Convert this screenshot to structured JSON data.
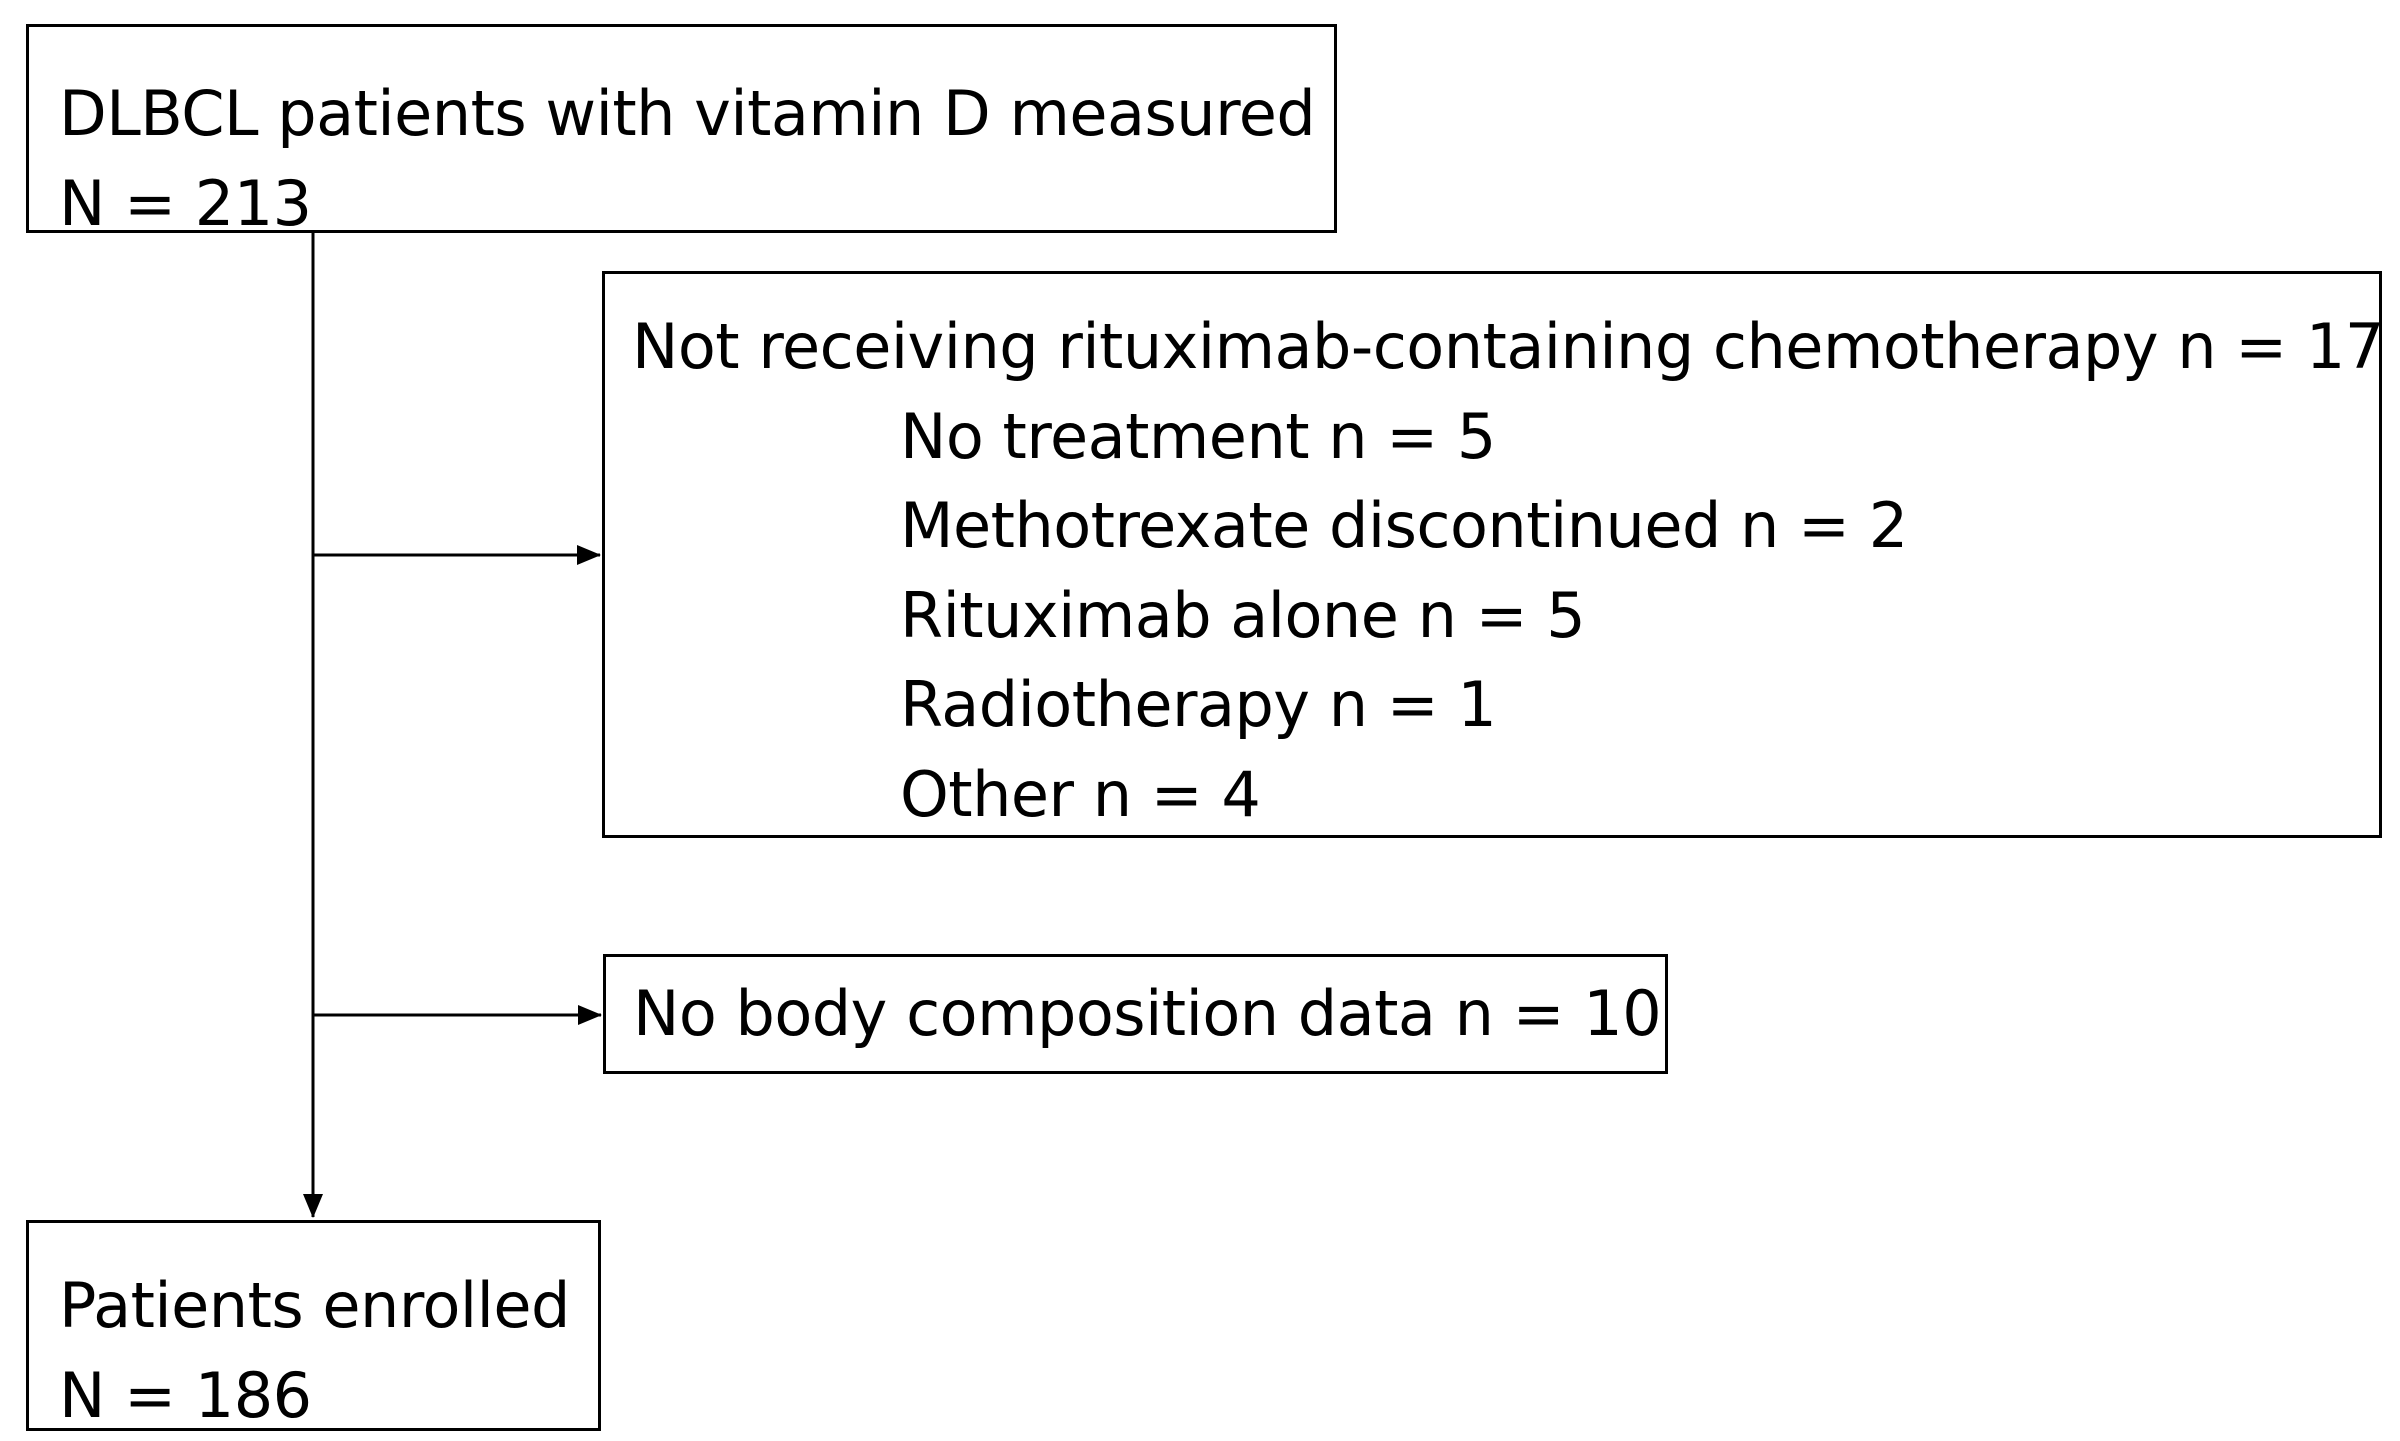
{
  "flowchart": {
    "source": {
      "line1": "DLBCL patients with vitamin D measured",
      "line2": "N = 213"
    },
    "exclusion_1": {
      "heading": "Not receiving rituximab-containing chemotherapy n = 17",
      "items": [
        "No treatment n = 5",
        "Methotrexate discontinued n = 2",
        "Rituximab alone n = 5",
        "Radiotherapy n = 1",
        "Other n = 4"
      ]
    },
    "exclusion_2": {
      "text": "No body composition data n = 10"
    },
    "result": {
      "line1": "Patients enrolled",
      "line2": "N = 186"
    }
  },
  "colors": {
    "stroke": "#000000",
    "background": "#ffffff"
  }
}
